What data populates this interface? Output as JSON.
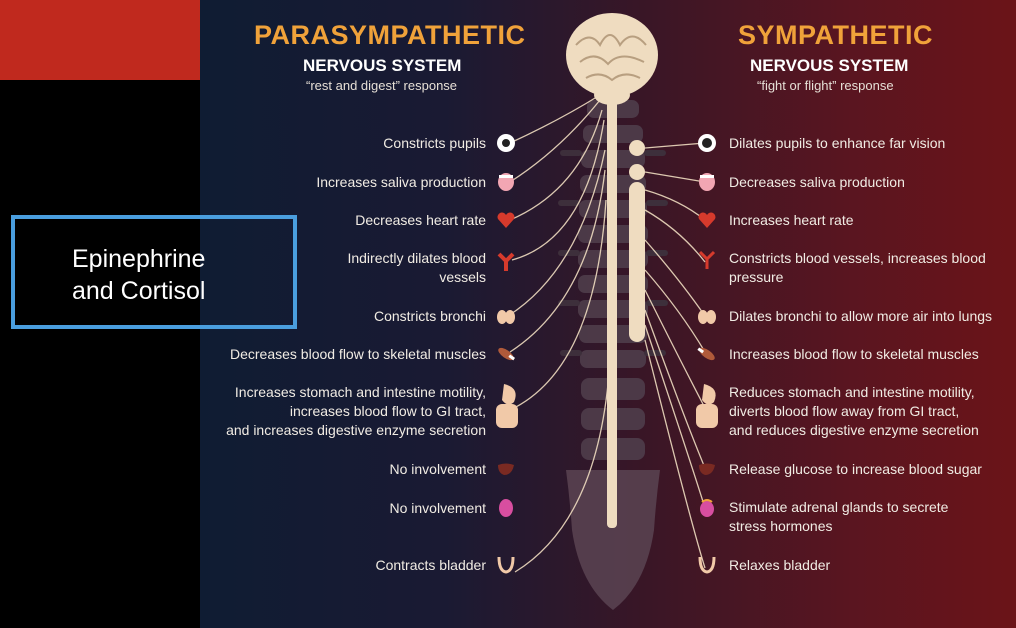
{
  "colors": {
    "red_bar": "#c0291e",
    "orange_title": "#f0a23a",
    "callout_border": "#4a9ede"
  },
  "parasympathetic": {
    "title": "PARASYMPATHETIC",
    "subtitle": "NERVOUS SYSTEM",
    "tagline": "“rest and digest” response",
    "items": [
      {
        "text": "Constricts pupils",
        "icon": "eye-icon"
      },
      {
        "text": "Increases saliva production",
        "icon": "mouth-icon"
      },
      {
        "text": "Decreases heart rate",
        "icon": "heart-icon"
      },
      {
        "text_line1": "Indirectly dilates blood",
        "text_line2": "vessels",
        "icon": "blood-vessel-icon"
      },
      {
        "text": "Constricts bronchi",
        "icon": "lungs-icon"
      },
      {
        "text": "Decreases blood flow to skeletal muscles",
        "icon": "muscle-icon"
      },
      {
        "text_line1": "Increases stomach and intestine motility,",
        "text_line2": "increases blood flow to GI tract,",
        "text_line3": "and increases digestive enzyme secretion",
        "icon": "digestive-icon"
      },
      {
        "text": "No involvement",
        "icon": "liver-icon"
      },
      {
        "text": "No involvement",
        "icon": "kidney-icon"
      },
      {
        "text": "Contracts bladder",
        "icon": "bladder-icon"
      }
    ]
  },
  "sympathetic": {
    "title": "SYMPATHETIC",
    "subtitle": "NERVOUS SYSTEM",
    "tagline": "“fight or flight” response",
    "items": [
      {
        "text": "Dilates pupils to enhance far vision",
        "icon": "eye-icon"
      },
      {
        "text": "Decreases saliva production",
        "icon": "mouth-icon"
      },
      {
        "text": "Increases heart rate",
        "icon": "heart-icon"
      },
      {
        "text_line1": "Constricts blood vessels, increases blood",
        "text_line2": "pressure",
        "icon": "blood-vessel-icon"
      },
      {
        "text": "Dilates bronchi to allow more air into lungs",
        "icon": "lungs-icon"
      },
      {
        "text": "Increases blood flow to skeletal muscles",
        "icon": "muscle-icon"
      },
      {
        "text_line1": "Reduces stomach and intestine motility,",
        "text_line2": "diverts blood flow away from GI tract,",
        "text_line3": "and reduces digestive enzyme secretion",
        "icon": "digestive-icon"
      },
      {
        "text": "Release glucose to increase blood sugar",
        "icon": "liver-icon"
      },
      {
        "text_line1": "Stimulate adrenal glands to secrete",
        "text_line2": "stress hormones",
        "icon": "adrenal-icon"
      },
      {
        "text": "Relaxes bladder",
        "icon": "bladder-icon"
      }
    ]
  },
  "callout": {
    "line1": "Epinephrine",
    "line2": "and Cortisol"
  }
}
